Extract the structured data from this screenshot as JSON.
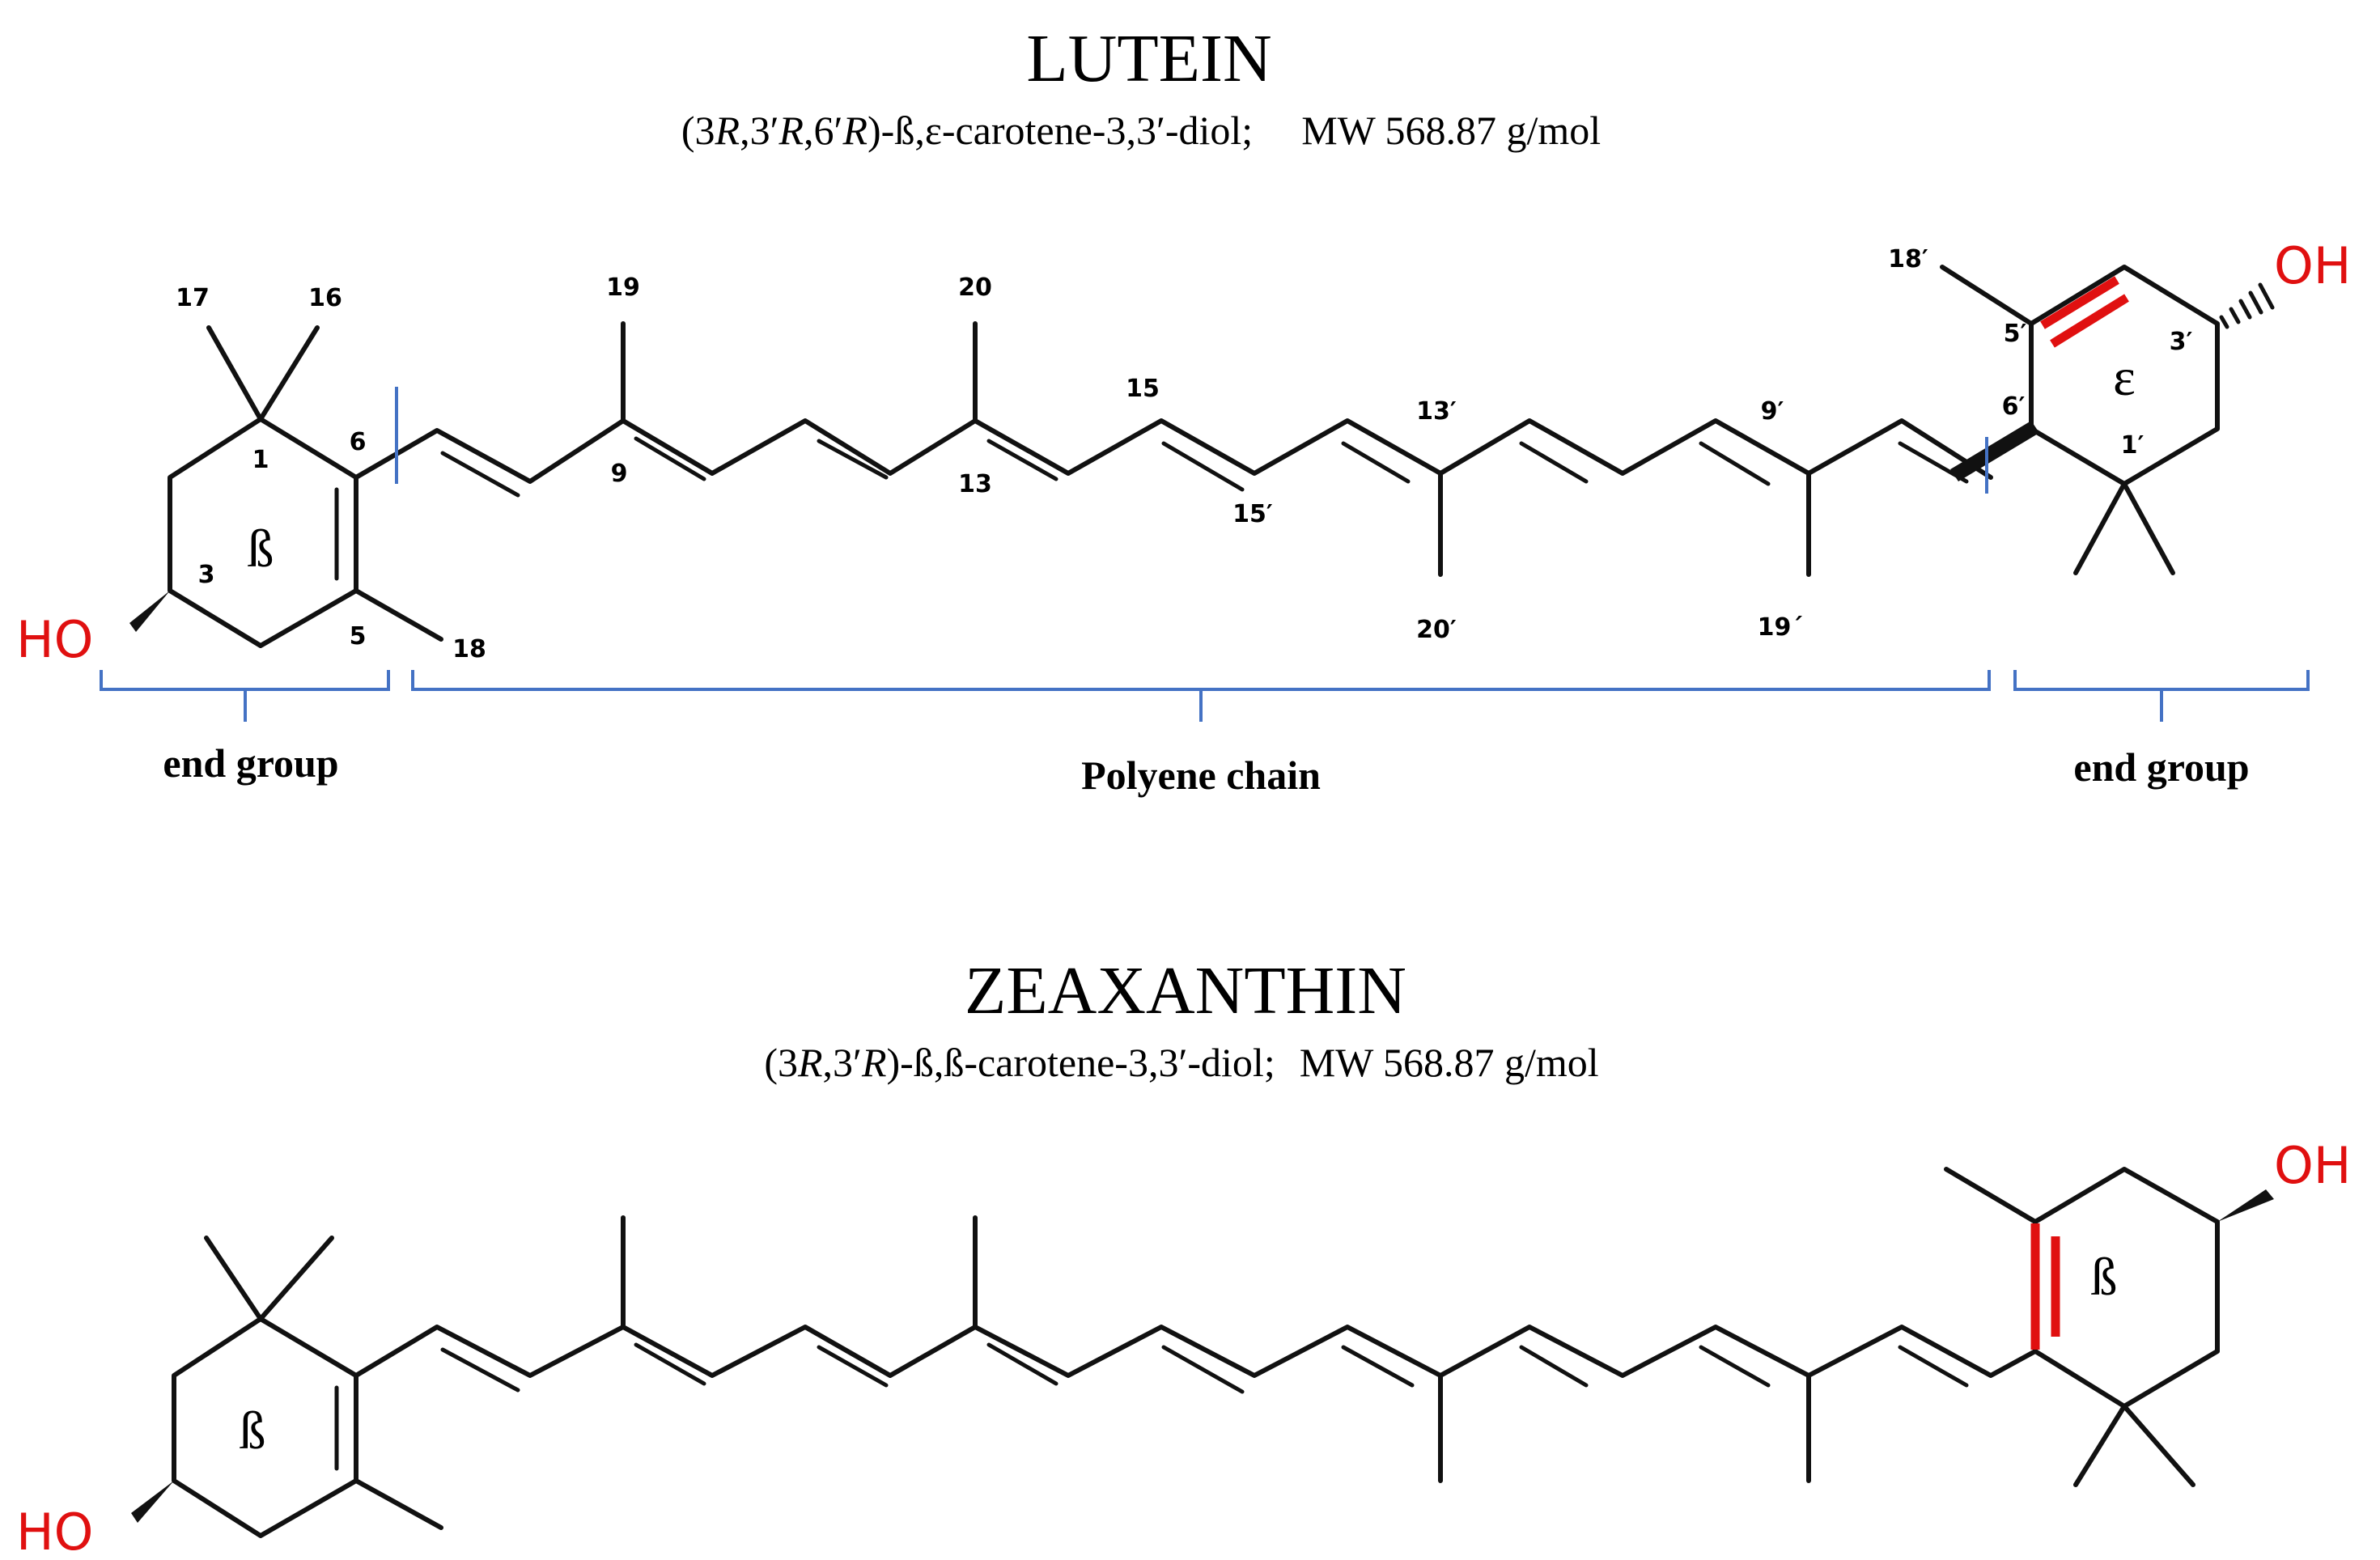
{
  "lutein": {
    "title": "LUTEIN",
    "subtitle": {
      "pre": "(3",
      "r1": "R",
      "mid1": ",3′",
      "r2": "R",
      "mid2": ",6′",
      "r3": "R",
      "post": ")-ß,ε-carotene-3,3′-diol;",
      "mw": "MW 568.87 g/mol"
    },
    "ring_left_label": "ß",
    "ring_right_label": "ε",
    "oh_left": "HO",
    "oh_right": "OH",
    "carbon_numbers": [
      "17",
      "16",
      "1",
      "6",
      "3",
      "5",
      "18",
      "19",
      "9",
      "20",
      "13",
      "15",
      "15′",
      "13′",
      "20′",
      "9′",
      "19´",
      "18′",
      "5′",
      "6′",
      "3′",
      "1′"
    ],
    "brackets": [
      "end group",
      "Polyene chain",
      "end group"
    ]
  },
  "zeaxanthin": {
    "title": "ZEAXANTHIN",
    "subtitle": {
      "pre": "(3",
      "r1": "R",
      "mid1": ",3′",
      "r2": "R",
      "post": ")-ß,ß-carotene-3,3′-diol;",
      "mw": "MW 568.87 g/mol"
    },
    "ring_left_label": "ß",
    "ring_right_label": "ß",
    "oh_left": "HO",
    "oh_right": "OH"
  },
  "colors": {
    "bond": "#111111",
    "highlight": "#e01010",
    "hydroxyl": "#e01010",
    "bracket": "#4472c4"
  }
}
